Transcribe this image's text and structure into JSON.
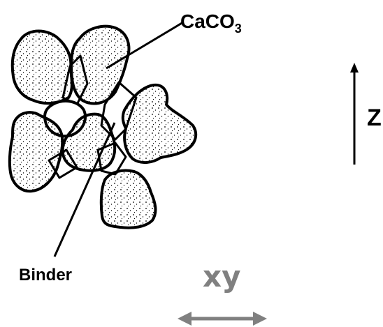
{
  "labels": {
    "caco3_main": "CaCO",
    "caco3_sub": "3",
    "binder": "Binder",
    "z_axis": "Z",
    "xy_axis": "xy"
  },
  "colors": {
    "ink": "#000000",
    "xy_arrow": "#808080",
    "background": "#ffffff",
    "particle_fill": "#ffffff"
  }
}
